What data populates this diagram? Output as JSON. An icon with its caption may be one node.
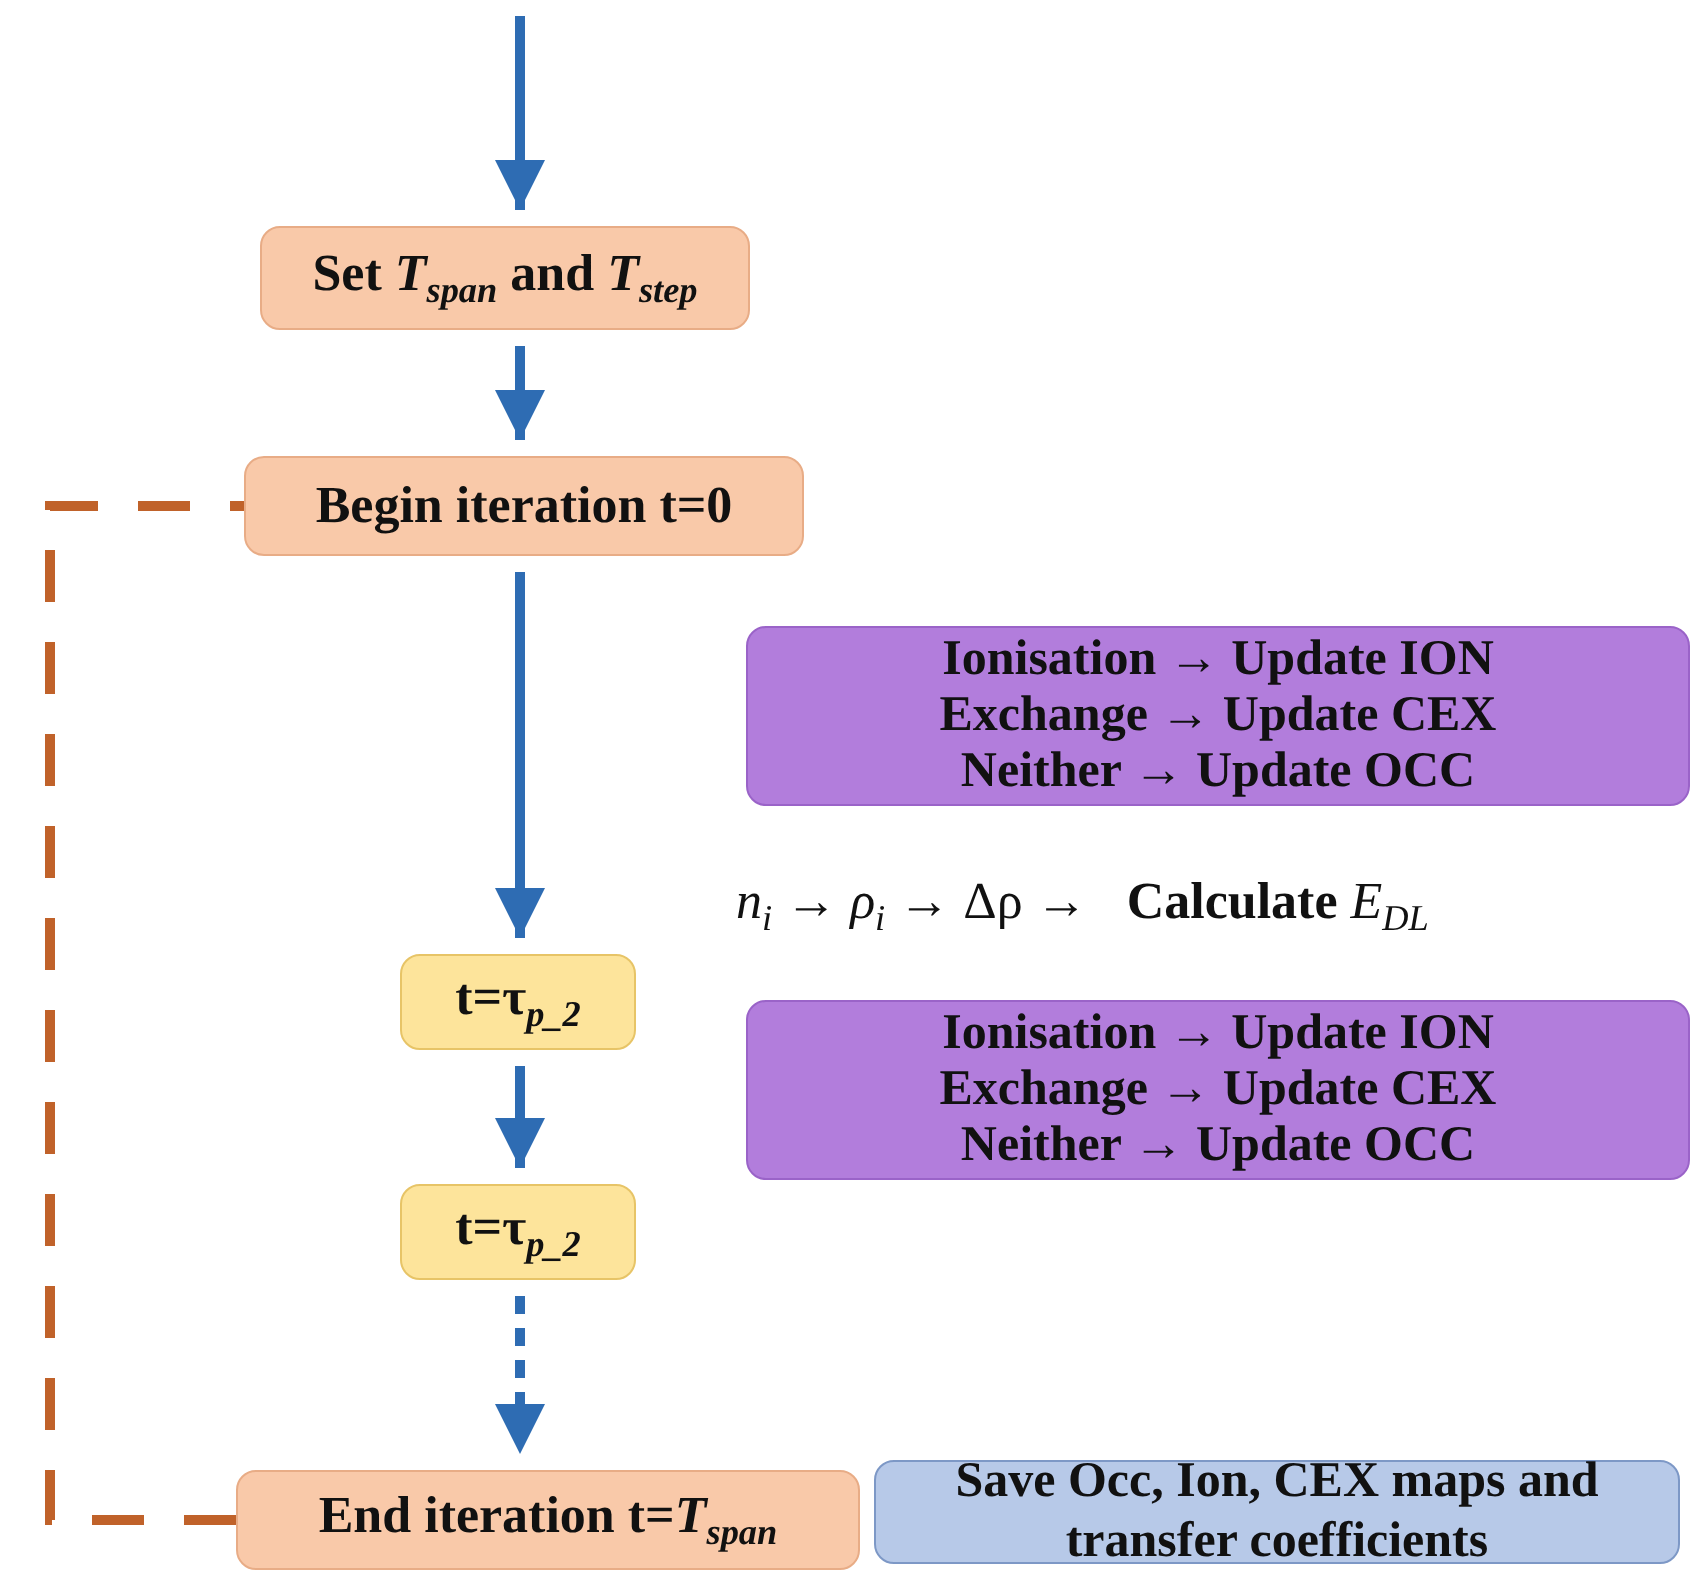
{
  "diagram": {
    "nodes": [
      {
        "text": [
          "Set *T*$_{span}$ and *T*$_{step}$"
        ]
      },
      {
        "text": [
          "Begin iteration t=0"
        ]
      },
      {
        "text": [
          "Ionisation → Update ION",
          "Exchange → Update CEX",
          "Neither → Update OCC"
        ]
      },
      {
        "text": [
          "t=τ$_{p_2}$"
        ]
      },
      {
        "text": [
          "Ionisation → Update ION",
          "Exchange → Update CEX",
          "Neither → Update OCC"
        ]
      },
      {
        "text": [
          "t=τ$_{p_2}$"
        ]
      },
      {
        "text": [
          "End iteration t=*T*$_{span}$"
        ]
      },
      {
        "text": [
          "Save Occ, Ion, CEX maps and transfer coefficients"
        ]
      }
    ],
    "edges": [
      {
        "from": null,
        "to": 0,
        "arrow": "to"
      },
      {
        "from": 0,
        "to": 1,
        "arrow": "to"
      },
      {
        "from": 1,
        "to": 3,
        "arrow": "to"
      },
      {
        "from": 3,
        "to": 5,
        "arrow": "to"
      },
      {
        "from": 5,
        "to": 6,
        "arrow": "to",
        "style": "dashed"
      },
      {
        "from": 6,
        "to": 1,
        "arrow": "none",
        "style": "dashed",
        "color": "#c0622a"
      }
    ],
    "labels": [
      "*n*$_{i}$ → *ρ*$_{i}$ → Δρ →   **Calculate** *E*$_{DL}$"
    ]
  }
}
